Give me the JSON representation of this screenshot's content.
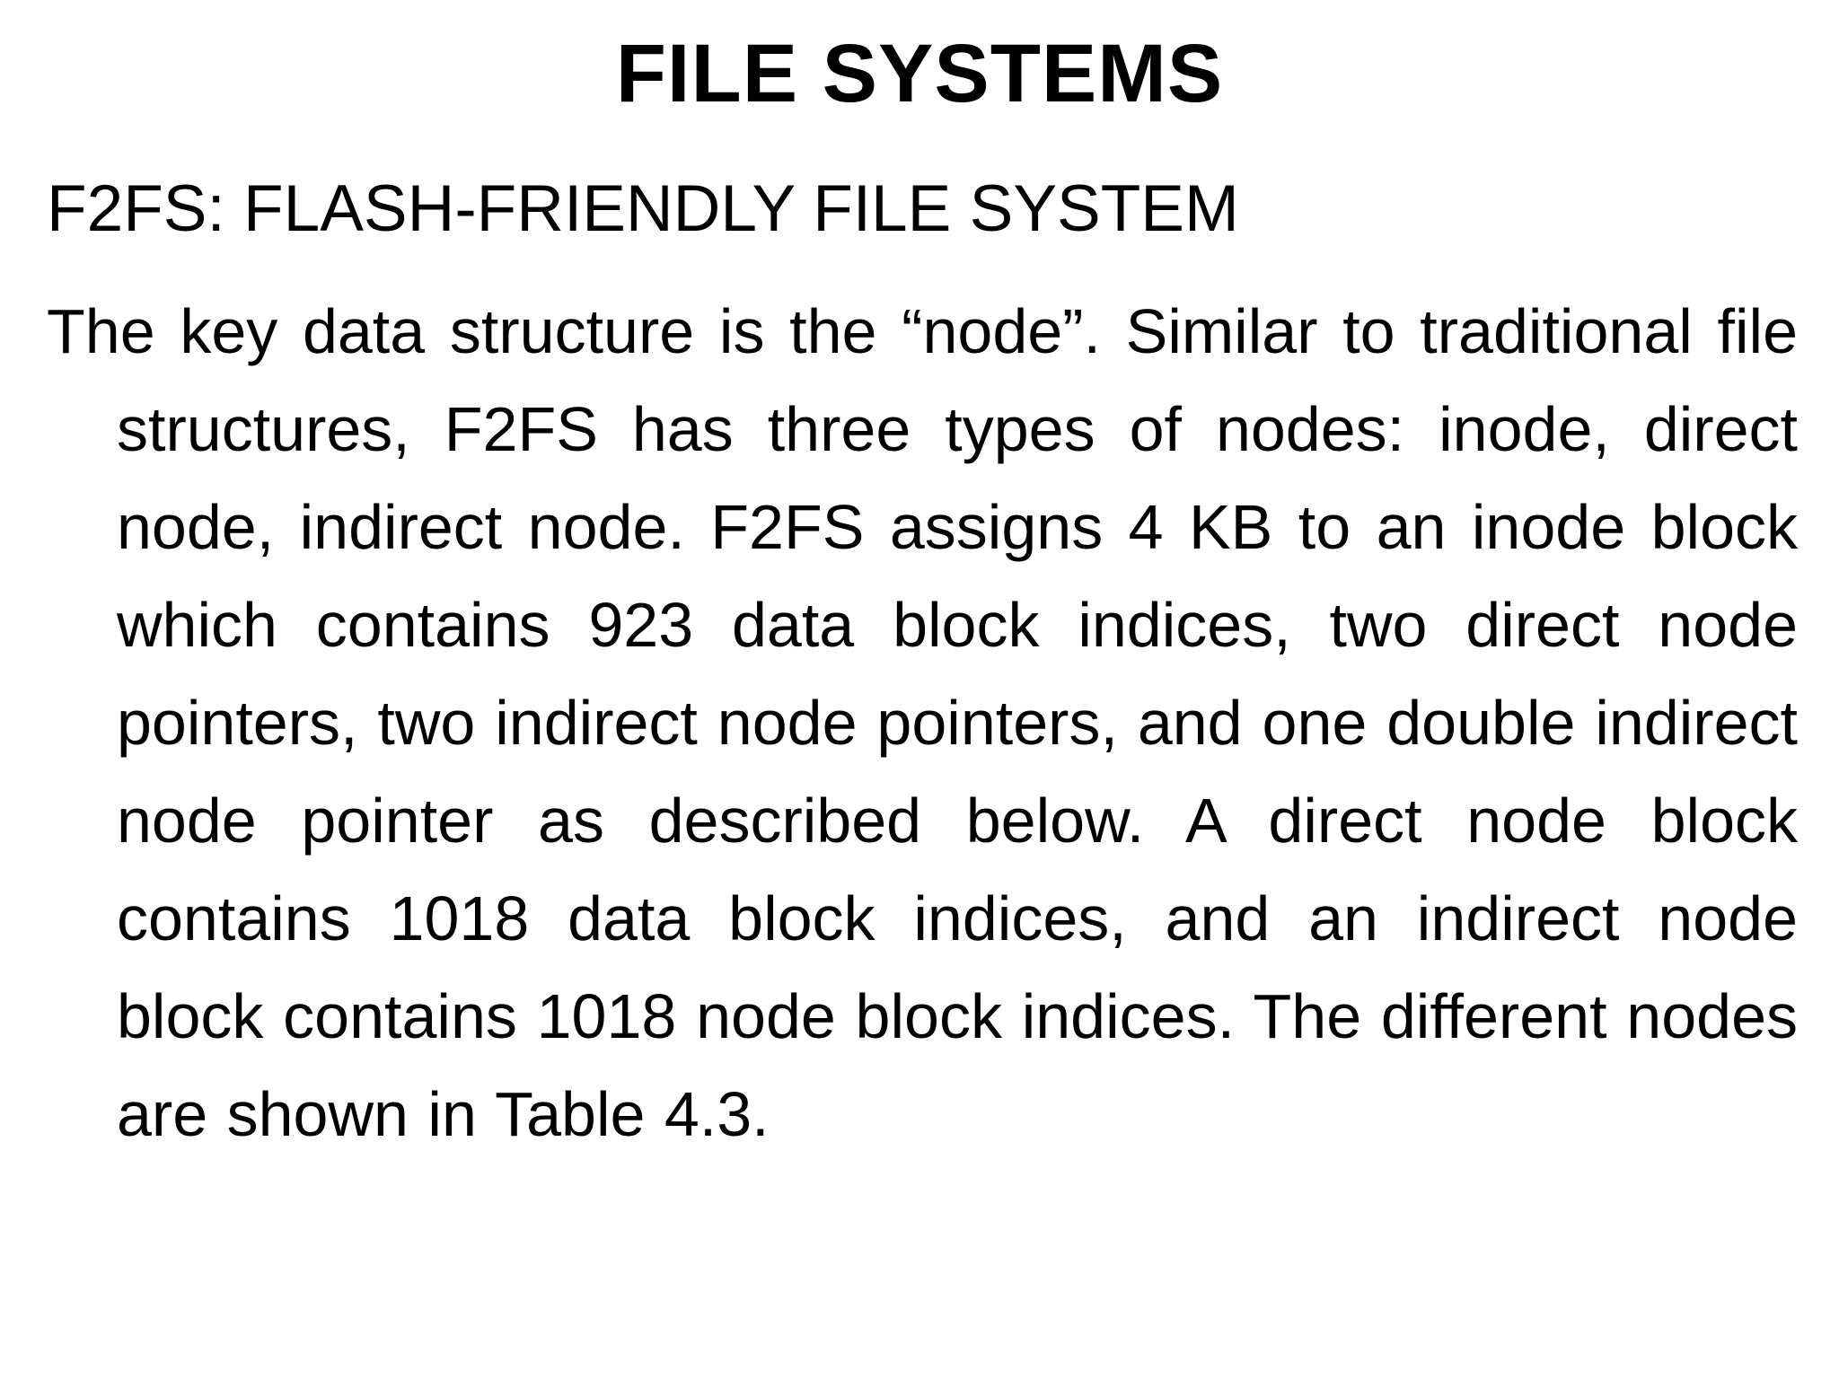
{
  "slide": {
    "title": "FILE SYSTEMS",
    "subtitle": "F2FS: FLASH-FRIENDLY FILE SYSTEM",
    "body": "The key data structure is the “node”. Similar to traditional file structures, F2FS has three types of nodes: inode, direct node, indirect node. F2FS assigns 4 KB to an inode block which contains 923 data block indices, two direct node pointers, two indirect node pointers, and one double indirect node pointer as described below. A direct node block contains 1018 data block indices, and an indirect node block contains 1018 node block indices. The different nodes are shown in Table 4.3."
  }
}
